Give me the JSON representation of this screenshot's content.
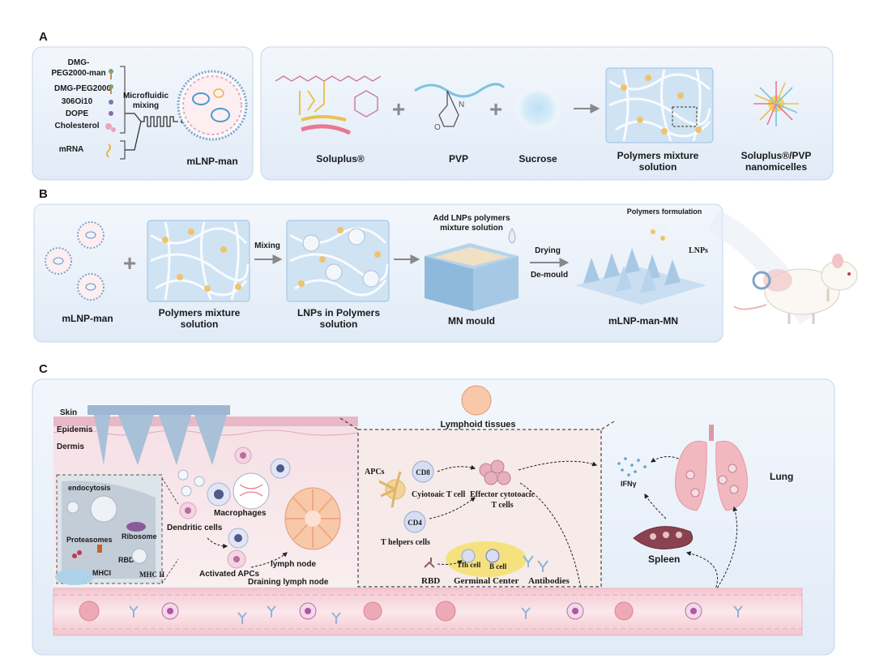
{
  "panels": {
    "a": "A",
    "b": "B",
    "c": "C"
  },
  "panel_a": {
    "components": [
      "DMG-",
      "PEG2000-man",
      "DMG-PEG2000",
      "306Oi10",
      "DOPE",
      "Cholesterol",
      "mRNA"
    ],
    "mixing": [
      "Microfluidic",
      "mixing"
    ],
    "product": "mLNP-man",
    "soluplus": "Soluplus®",
    "pvp": "PVP",
    "sucrose": "Sucrose",
    "mixture": [
      "Polymers mixture",
      "solution"
    ],
    "nanomicelles": [
      "Soluplus®/PVP",
      "nanomicelles"
    ],
    "plus": "+"
  },
  "panel_b": {
    "mlnp": "mLNP-man",
    "polymers": [
      "Polymers mixture",
      "solution"
    ],
    "mixing": "Mixing",
    "lnps_in": [
      "LNPs in Polymers",
      "solution"
    ],
    "add_lnps": [
      "Add LNPs polymers",
      "mixture solution"
    ],
    "mould": "MN mould",
    "drying": "Drying",
    "demould": "De-mould",
    "formulation": "Polymers formulation",
    "lnps": "LNPs",
    "product": "mLNP-man-MN"
  },
  "panel_c": {
    "skin": "Skin",
    "epidemis": "Epidemis",
    "dermis": "Dermis",
    "endocytosis": "endocytosis",
    "proteasomes": "Proteasomes",
    "ribosome": "Ribosome",
    "rbd": "RBD",
    "mhc1": "MHCI",
    "mhc2": "MHC II",
    "macrophages": "Macrophages",
    "dendritic": "Dendritic cells",
    "activated": "Activated APCs",
    "lymph_node": "lymph node",
    "draining": "Draining lymph node",
    "lymphoid": "Lymphoid tissues",
    "apcs": "APCs",
    "cd8": "CD8",
    "cd4": "CD4",
    "cytotoxic": "Cyiotoaic T cell",
    "effector": [
      "Effector cytotoacic",
      "T cells"
    ],
    "helpers": "T helpers cells",
    "tfh": "Tfh cell",
    "bcell": "B cell",
    "rbd2": "RBD",
    "germinal": "Germinal Center",
    "antibodies": "Antibodies",
    "ifn": "IFNγ",
    "lung": "Lung",
    "spleen": "Spleen"
  },
  "colors": {
    "panel_bg": "#e8f0fa",
    "panel_border": "#c4d6ea",
    "skin": "#f0d5dc",
    "vessel": "#f6dde2",
    "lung": "#f2b8c0",
    "spleen": "#8a4250",
    "needle": "#9fb7d2"
  }
}
